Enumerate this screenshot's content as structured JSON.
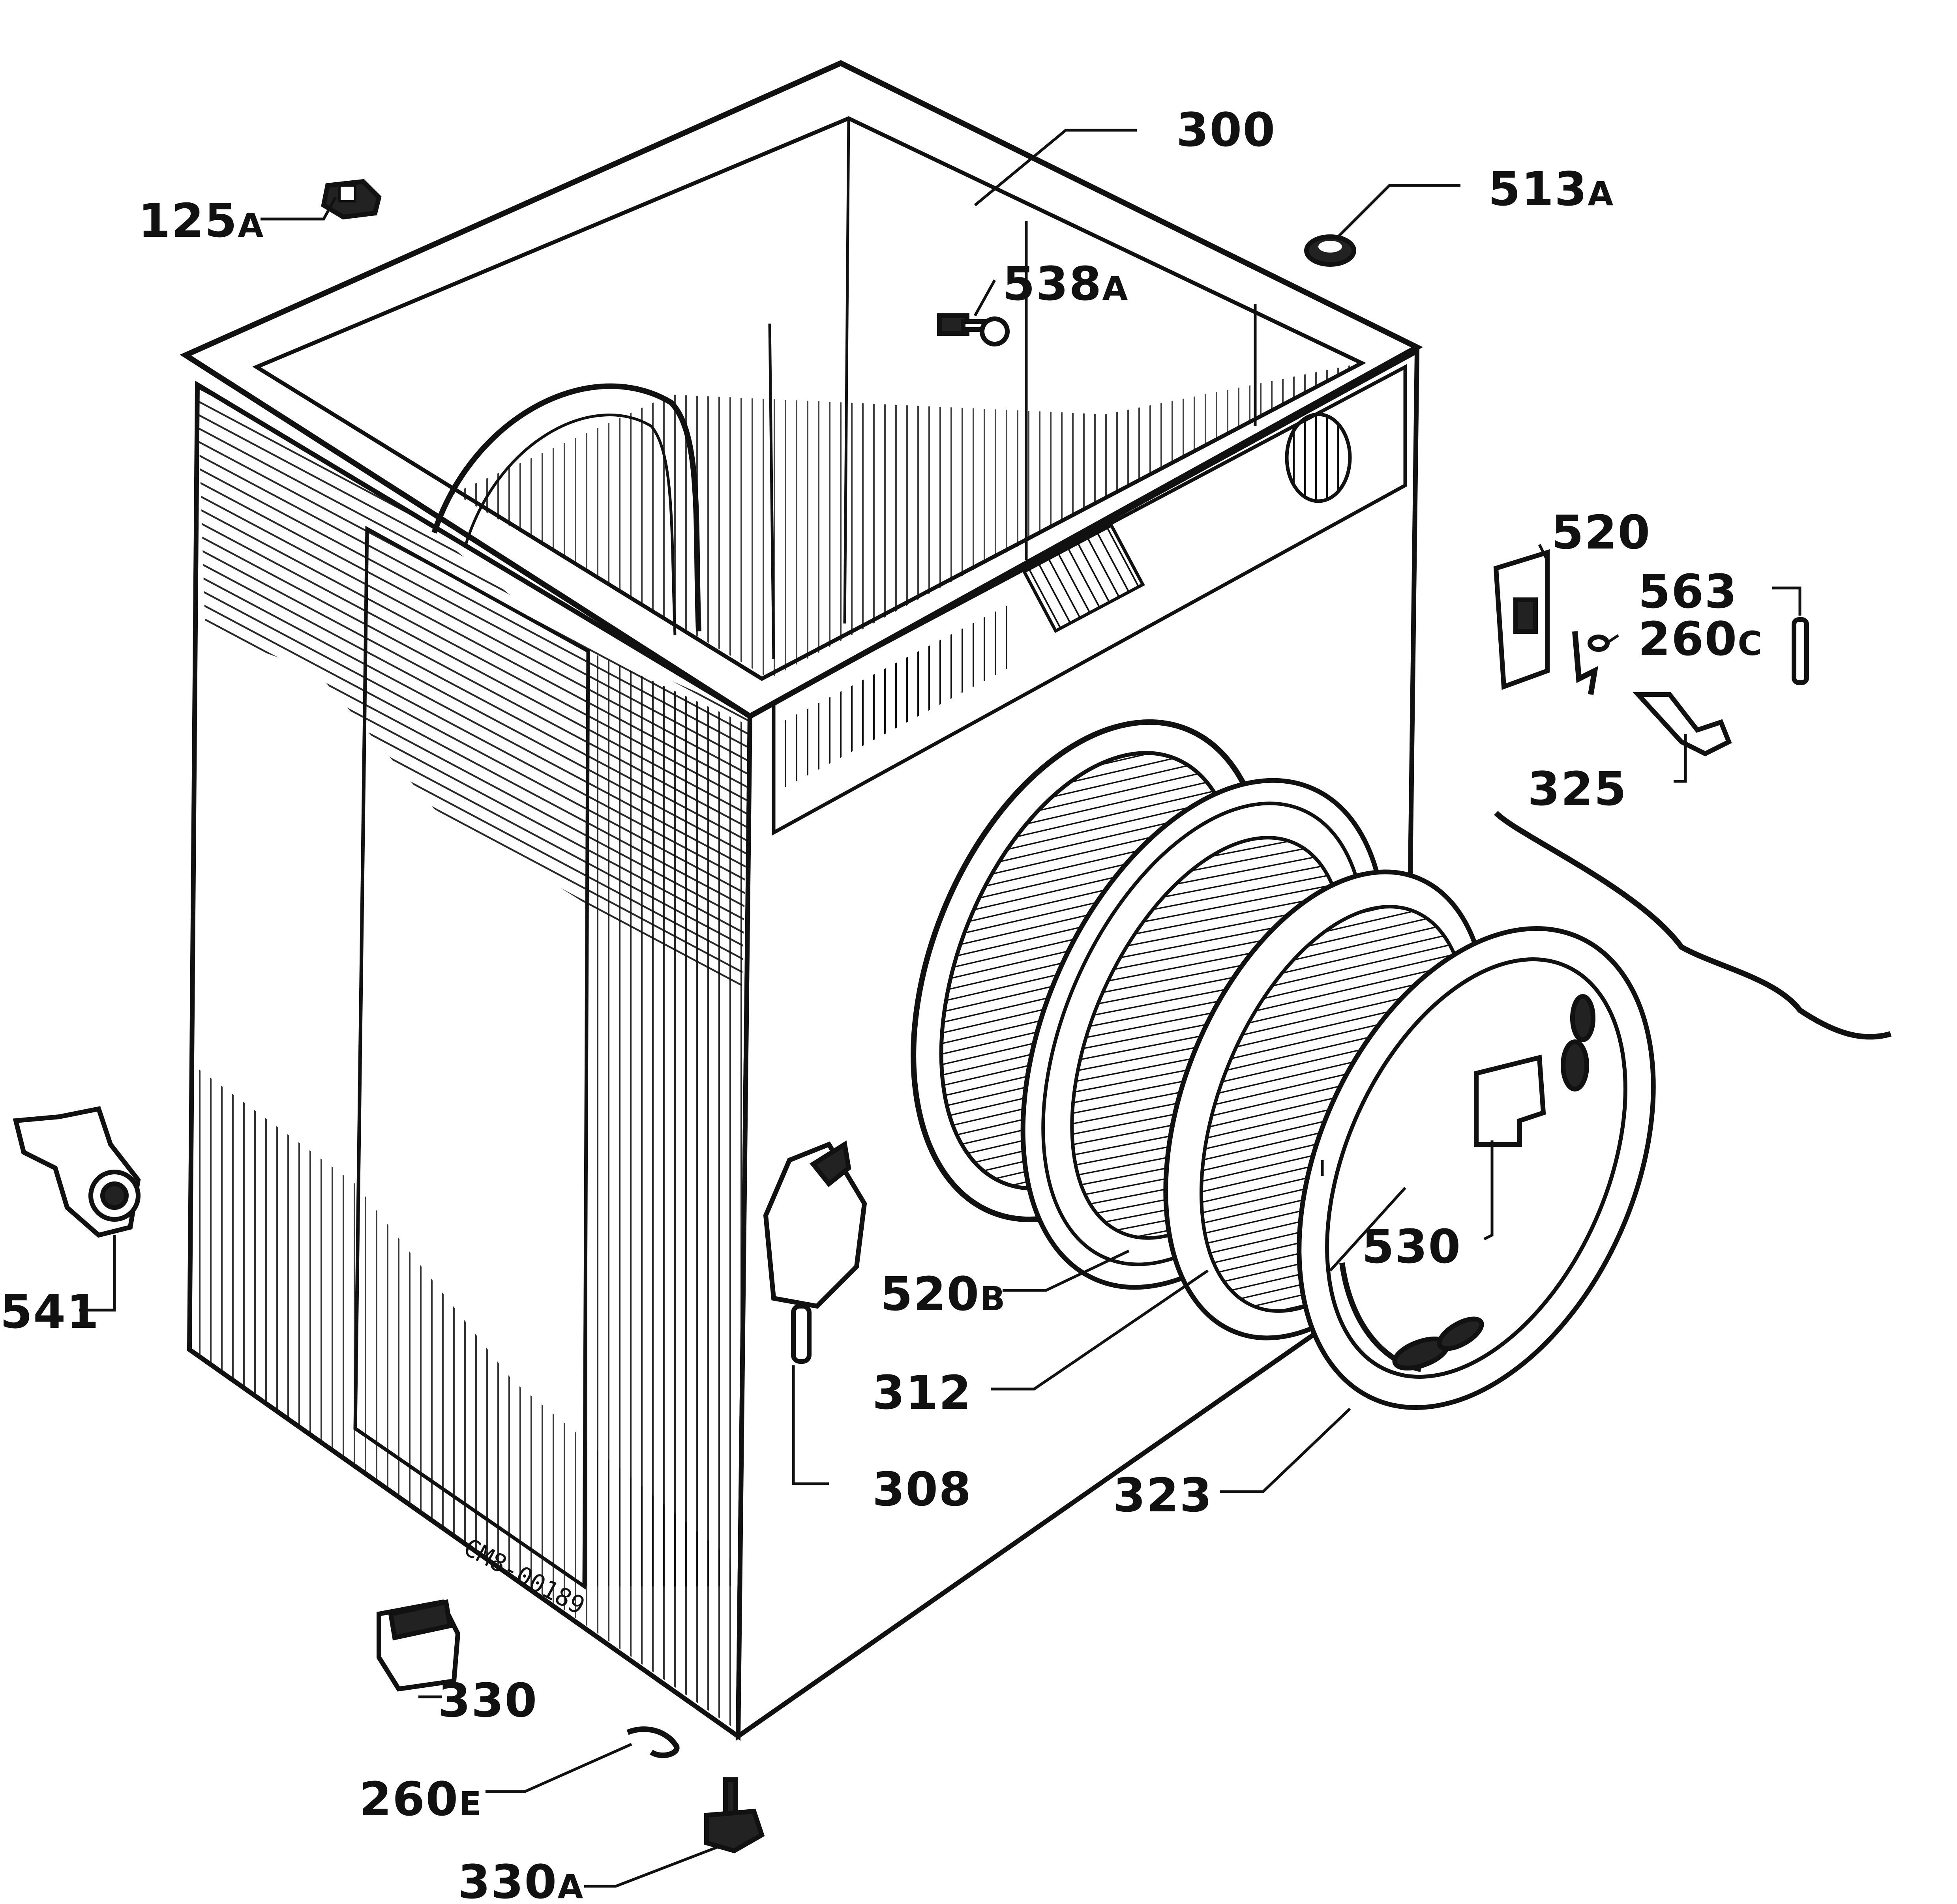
{
  "colors": {
    "ink": "#111111",
    "paper": "#ffffff"
  },
  "drawing_code": "CM8-00189",
  "labels": {
    "p300": "300",
    "p513a": {
      "num": "513",
      "suffix": "A"
    },
    "p125a": {
      "num": "125",
      "suffix": "A"
    },
    "p538a": {
      "num": "538",
      "suffix": "A"
    },
    "p520": "520",
    "p563": "563",
    "p260c": {
      "num": "260",
      "suffix": "C"
    },
    "p325": "325",
    "p530": "530",
    "p541": "541",
    "p520b": {
      "num": "520",
      "suffix": "B"
    },
    "p312": "312",
    "p308": "308",
    "p323": "323",
    "p330": "330",
    "p260e": {
      "num": "260",
      "suffix": "E"
    },
    "p330a": {
      "num": "330",
      "suffix": "A"
    }
  }
}
